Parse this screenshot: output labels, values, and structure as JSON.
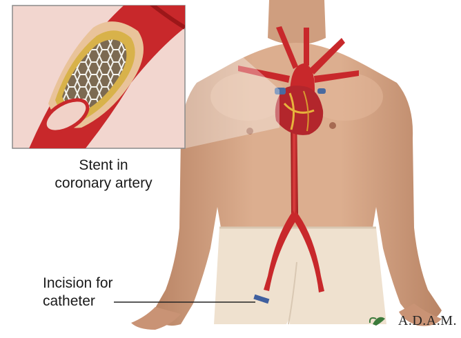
{
  "inset": {
    "caption_line1": "Stent in",
    "caption_line2": "coronary artery"
  },
  "callout": {
    "line1": "Incision for",
    "line2": "catheter"
  },
  "brand": {
    "name": "A.D.A.M."
  },
  "colors": {
    "skin": "#d9a98a",
    "artery": "#c8282b",
    "inset_bg": "#f2d6cf",
    "plaque": "#d8b24a",
    "underwear": "#efe1cf"
  }
}
